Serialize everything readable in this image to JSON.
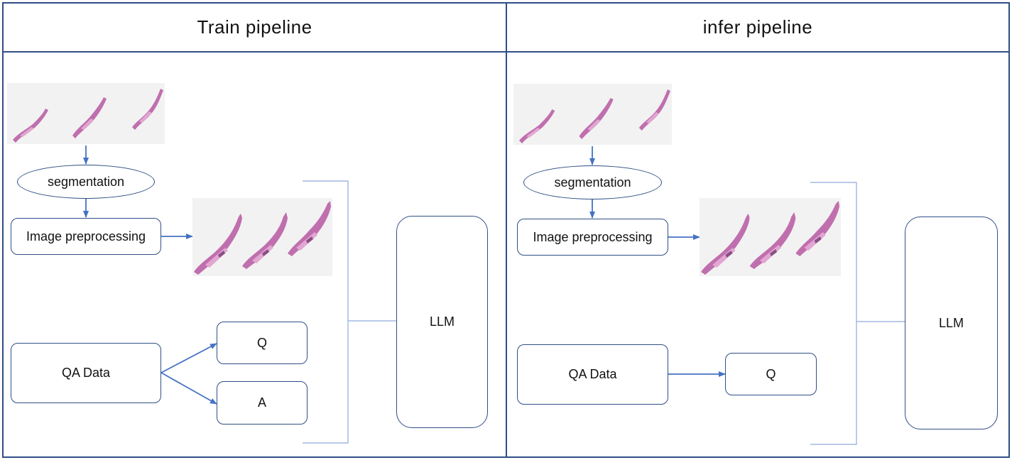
{
  "colors": {
    "frame": "#2f4f85",
    "arrow": "#4472c4",
    "bracket": "#8faadc",
    "slide_bg": "#f2f2f2",
    "tissue": "#c06fae",
    "tissue_light": "#e2a6d2"
  },
  "train_pipeline": {
    "title": "Train pipeline",
    "segmentation_label": "segmentation",
    "preprocessing_label": "Image preprocessing",
    "qa_data_label": "QA Data",
    "q_label": "Q",
    "a_label": "A",
    "llm_label": "LLM"
  },
  "infer_pipeline": {
    "title": "infer pipeline",
    "segmentation_label": "segmentation",
    "preprocessing_label": "Image preprocessing",
    "qa_data_label": "QA Data",
    "q_label": "Q",
    "llm_label": "LLM"
  }
}
